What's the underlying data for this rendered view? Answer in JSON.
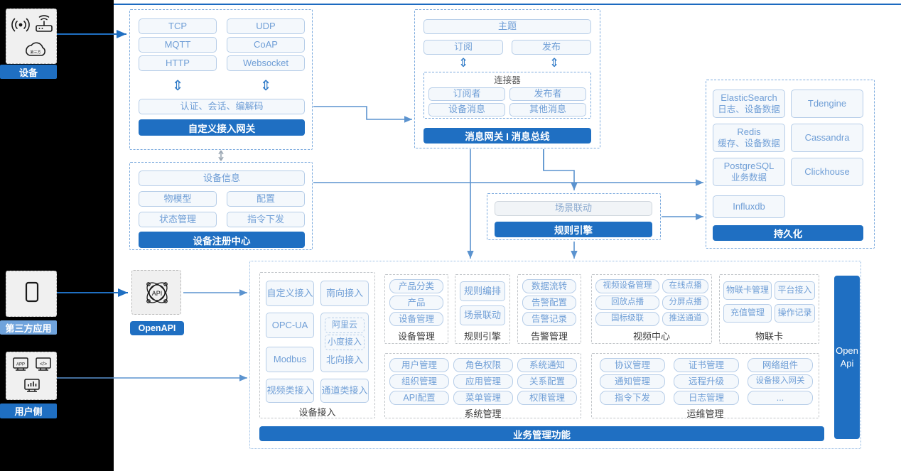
{
  "theme": {
    "accent": "#1f6fc2",
    "chip_text": "#6f9ed6",
    "chip_bg": "#f4f8fc",
    "chip_border": "#b6cde8",
    "frame_border": "#7aa9dd",
    "canvas_bg": "#ffffff",
    "page_bg": "#000000"
  },
  "actors": [
    {
      "name": "device",
      "label": "设备",
      "icons": [
        "signal-icon",
        "router-icon",
        "cloud-icon"
      ]
    },
    {
      "name": "third-party-app",
      "label": "第三方应用",
      "icons": [
        "mobile-icon"
      ]
    },
    {
      "name": "user-side",
      "label": "用户侧",
      "icons": [
        "app-window-icon",
        "code-window-icon",
        "dashboard-window-icon"
      ]
    }
  ],
  "openapi": {
    "icon": "api-atom-icon",
    "label": "OpenAPI"
  },
  "gateway": {
    "protocols": [
      "TCP",
      "UDP",
      "MQTT",
      "CoAP",
      "HTTP",
      "Websocket"
    ],
    "middle": "认证、会话、编解码",
    "banner": "自定义接入网关"
  },
  "message_bus": {
    "topic": "主题",
    "subscribe": "订阅",
    "publish": "发布",
    "connector_title": "连接器",
    "connector_items": [
      "订阅者",
      "发布者",
      "设备消息",
      "其他消息"
    ],
    "banner": "消息网关 I 消息总线"
  },
  "registry": {
    "info": "设备信息",
    "items": [
      "物模型",
      "配置",
      "状态管理",
      "指令下发"
    ],
    "banner": "设备注册中心"
  },
  "rule_engine": {
    "item": "场景联动",
    "banner": "规则引擎"
  },
  "persistence": {
    "stores": [
      {
        "name": "ElasticSearch",
        "desc": "日志、设备数据"
      },
      {
        "name": "Tdengine",
        "desc": ""
      },
      {
        "name": "Redis",
        "desc": "缓存、设备数据"
      },
      {
        "name": "Cassandra",
        "desc": ""
      },
      {
        "name": "PostgreSQL",
        "desc": "业务数据"
      },
      {
        "name": "Clickhouse",
        "desc": ""
      },
      {
        "name": "Influxdb",
        "desc": ""
      }
    ],
    "banner": "持久化"
  },
  "business": {
    "banner": "业务管理功能",
    "open_api_bar": "Open\nApi",
    "device_access": {
      "caption": "设备接入",
      "left": [
        "自定义接入",
        "OPC-UA",
        "Modbus",
        "视频类接入"
      ],
      "right_top": "南向接入",
      "right_sub": [
        "阿里云",
        "小度接入"
      ],
      "right_mid": "北向接入",
      "right_bottom": "通道类接入"
    },
    "groups": [
      {
        "caption": "设备管理",
        "items": [
          "产品分类",
          "产品",
          "设备管理"
        ],
        "cols": 1
      },
      {
        "caption": "规则引擎",
        "items": [
          "规则编排",
          "场景联动"
        ],
        "cols": 1
      },
      {
        "caption": "告警管理",
        "items": [
          "数据流转",
          "告警配置",
          "告警记录"
        ],
        "cols": 1
      },
      {
        "caption": "视频中心",
        "items": [
          "视频设备管理",
          "在线点播",
          "回放点播",
          "分屏点播",
          "国标级联",
          "推送通道"
        ],
        "cols": 2
      },
      {
        "caption": "物联卡",
        "items": [
          "物联卡管理",
          "平台接入",
          "充值管理",
          "操作记录"
        ],
        "cols": 2
      },
      {
        "caption": "系统管理",
        "items": [
          "用户管理",
          "角色权限",
          "系统通知",
          "组织管理",
          "应用管理",
          "关系配置",
          "API配置",
          "菜单管理",
          "权限管理"
        ],
        "cols": 3
      },
      {
        "caption": "运维管理",
        "items": [
          "协议管理",
          "证书管理",
          "网络组件",
          "通知管理",
          "远程升级",
          "设备接入网关",
          "指令下发",
          "日志管理",
          "..."
        ],
        "cols": 3
      }
    ]
  }
}
